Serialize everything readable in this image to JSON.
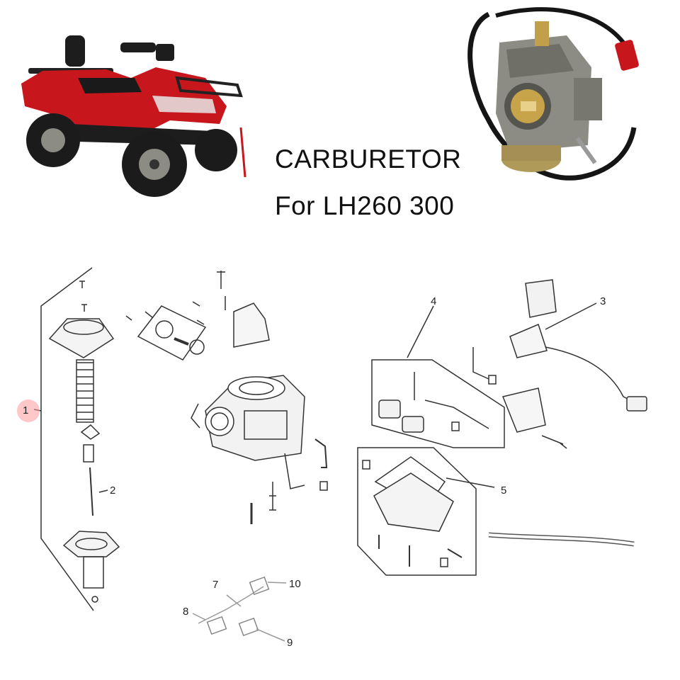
{
  "title_line1": "CARBURETOR",
  "title_line2": "For LH260 300",
  "callouts": {
    "c1": "1",
    "c2": "2",
    "c3": "3",
    "c4": "4",
    "c5": "5",
    "c7": "7",
    "c8": "8",
    "c9": "9",
    "c10": "10"
  },
  "colors": {
    "atv_body": "#c8161d",
    "atv_dark": "#1d1d1d",
    "metal": "#8c8c84",
    "line": "#333333",
    "highlight": "#ff9a9a"
  }
}
